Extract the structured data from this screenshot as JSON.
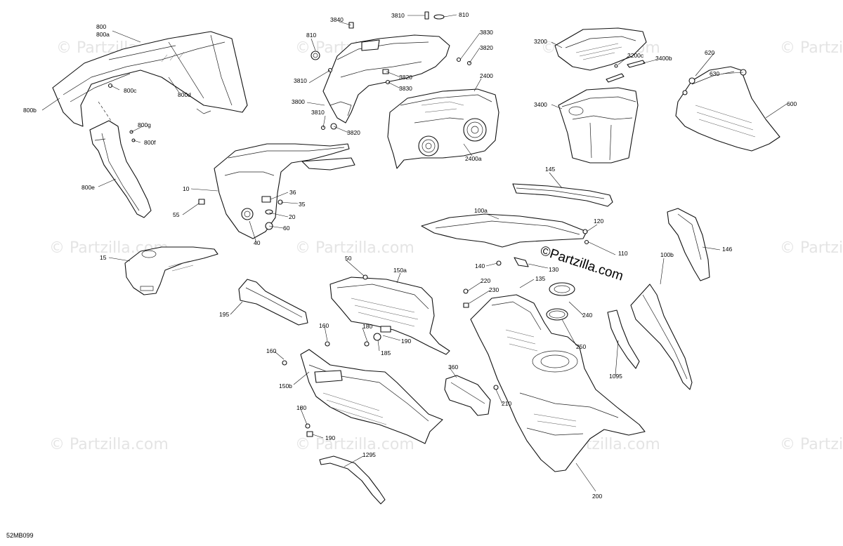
{
  "diagram_code": "52MB099",
  "brand_watermark": "©Partzilla.com",
  "faint_watermark": "© Partzilla.com",
  "labels": {
    "l800": "800",
    "l800a": "800a",
    "l800b": "800b",
    "l800c": "800c",
    "l800d": "800d",
    "l800e": "800e",
    "l800f": "800f",
    "l800g": "800g",
    "l3840": "3840",
    "l3810a": "3810",
    "l810a": "810",
    "l3830a": "3830",
    "l3820a": "3820",
    "l810b": "810",
    "l3810b": "3810",
    "l3820b": "3820",
    "l3830b": "3830",
    "l3800": "3800",
    "l3810c": "3810",
    "l3820c": "3820",
    "l2400": "2400",
    "l2400a": "2400a",
    "l3200": "3200",
    "l3200c": "3200c",
    "l3400b": "3400b",
    "l3400": "3400",
    "l620": "620",
    "l630": "630",
    "l600": "600",
    "l145": "145",
    "l10": "10",
    "l36": "36",
    "l35": "35",
    "l55": "55",
    "l20": "20",
    "l60": "60",
    "l40": "40",
    "l15": "15",
    "l100a": "100a",
    "l120": "120",
    "l110": "110",
    "l146": "146",
    "l100b": "100b",
    "l140": "140",
    "l130": "130",
    "l135": "135",
    "l50": "50",
    "l150a": "150a",
    "l195": "195",
    "l220": "220",
    "l230": "230",
    "l240": "240",
    "l250": "250",
    "l160a": "160",
    "l180a": "180",
    "l190a": "190",
    "l185": "185",
    "l160b": "160",
    "l150b": "150b",
    "l360": "360",
    "l210": "210",
    "l1095": "1095",
    "l180b": "180",
    "l190b": "190",
    "l1295": "1295",
    "l200": "200"
  }
}
